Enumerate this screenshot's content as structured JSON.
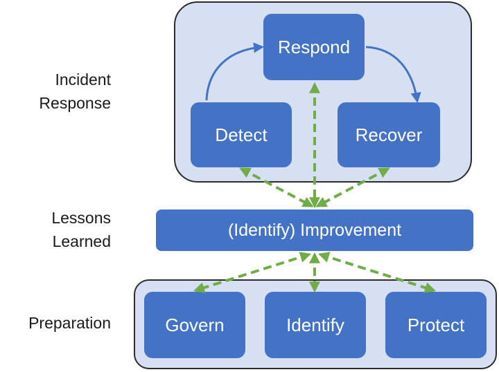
{
  "labels": {
    "incident": [
      "Incident",
      "Response"
    ],
    "lessons": [
      "Lessons",
      "Learned"
    ],
    "preparation": "Preparation"
  },
  "boxes": {
    "respond": "Respond",
    "detect": "Detect",
    "recover": "Recover",
    "improvement": "(Identify) Improvement",
    "govern": "Govern",
    "identify": "Identify",
    "protect": "Protect"
  },
  "colors": {
    "box_fill": "#4472c4",
    "panel_fill": "#d6e0f2",
    "cycle_arrow": "#4472c4",
    "feedback_arrow": "#70ad47"
  }
}
